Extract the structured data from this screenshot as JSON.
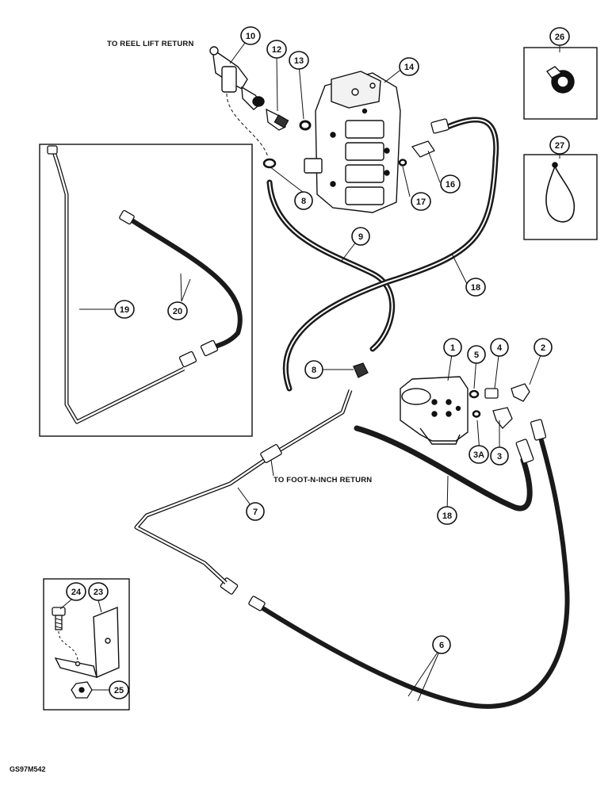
{
  "labels": {
    "reel_lift_return": "TO REEL LIFT RETURN",
    "foot_n_inch_return": "TO FOOT-N-INCH RETURN"
  },
  "callouts": {
    "c1": "1",
    "c2": "2",
    "c3": "3",
    "c3a": "3A",
    "c4": "4",
    "c5": "5",
    "c6a": "6",
    "c7": "7",
    "c8a": "8",
    "c8b": "8",
    "c9": "9",
    "c10": "10",
    "c12": "12",
    "c13": "13",
    "c14": "14",
    "c16": "16",
    "c17": "17",
    "c18a": "18",
    "c18b": "18",
    "c19": "19",
    "c20": "20",
    "c23": "23",
    "c24": "24",
    "c25": "25",
    "c26": "26",
    "c27": "27"
  },
  "figure_code": "GS97M542",
  "colors": {
    "ink": "#111111",
    "paper": "#ffffff",
    "hose": "#1a1a1a"
  }
}
